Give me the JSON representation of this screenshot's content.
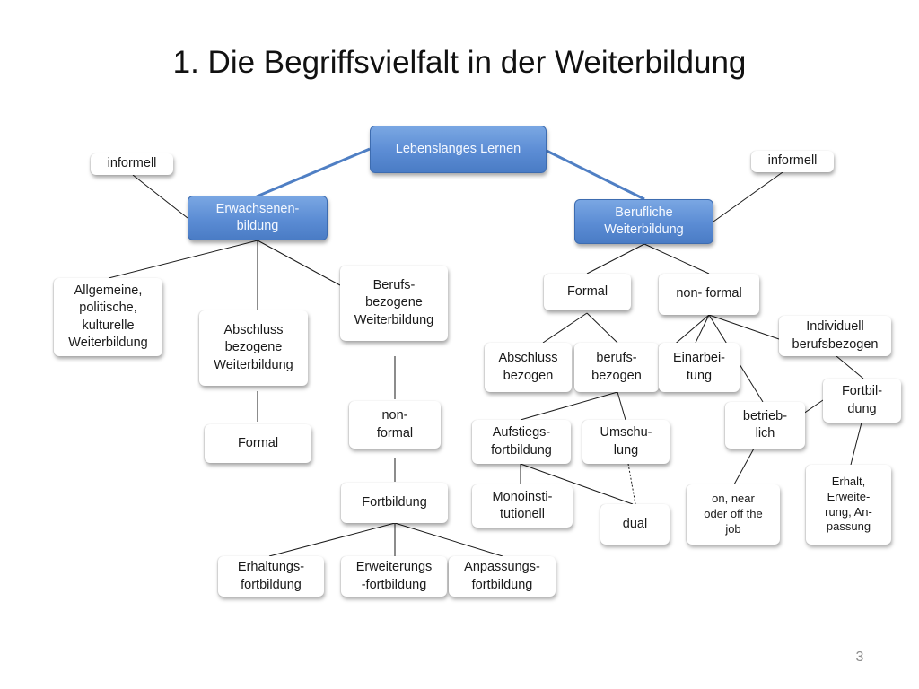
{
  "slide": {
    "title": "1. Die Begriffsvielfalt in der Weiterbildung",
    "page_number": "3"
  },
  "colors": {
    "node_blue_top": "#7aa7e3",
    "node_blue_bottom": "#4a7cc5",
    "node_blue_border": "#3d6cb0",
    "edge_blue": "#4f7fc4",
    "edge_dark": "#1a1a1a",
    "text_dark": "#1a1a1a"
  },
  "nodes": {
    "lebenslanges_lernen": "Lebenslanges Lernen",
    "erwachsenenbildung": "Erwachsenen-\nbildung",
    "berufliche_weiterbildung": "Berufliche\nWeiterbildung",
    "informell_left": "informell",
    "informell_right": "informell",
    "allgemeine": "Allgemeine,\npolitische,\nkulturelle\nWeiterbildung",
    "abschluss_bezogene_weiterbildung": "Abschluss\nbezogene\nWeiterbildung",
    "berufsbezogene_weiterbildung": "Berufs-\nbezogene\nWeiterbildung",
    "formal_left": "Formal",
    "non_formal_left": "non-\nformal",
    "fortbildung_left": "Fortbildung",
    "erhaltungsfortbildung": "Erhaltungs-\nfortbildung",
    "erweiterungsfortbildung": "Erweiterungs\n-fortbildung",
    "anpassungsfortbildung": "Anpassungs-\nfortbildung",
    "formal_right": "Formal",
    "non_formal_right": "non- formal",
    "abschluss_bezogen": "Abschluss\nbezogen",
    "berufsbezogen": "berufs-\nbezogen",
    "einarbeitung": "Einarbei-\ntung",
    "individuell_berufsbezogen": "Individuell\nberufsbezogen",
    "fortbildung_right": "Fortbil-\ndung",
    "betrieblich": "betrieb-\nlich",
    "aufstiegsfortbildung": "Aufstiegs-\nfortbildung",
    "umschulung": "Umschu-\nlung",
    "monoinstitutionell": "Monoinsti-\ntutionell",
    "dual": "dual",
    "on_near_off_the_job": "on, near\noder off the\njob",
    "erhalt_erweiterung_anpassung": "Erhalt,\nErweite-\nrung, An-\npassung"
  }
}
